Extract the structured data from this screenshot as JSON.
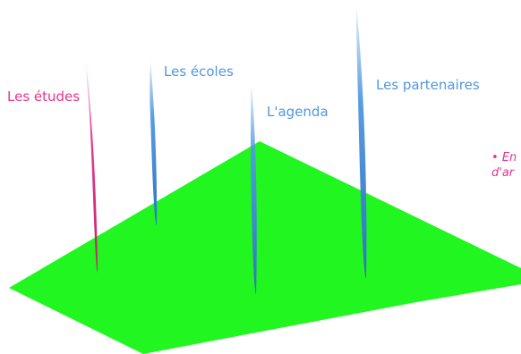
{
  "links": {
    "etudes": "Les études",
    "ecoles": "Les écoles",
    "agenda": "L'agenda",
    "partenaires": "Les partenaires"
  },
  "note": {
    "bullet": "•",
    "line1": "En",
    "line2": "d'ar"
  },
  "colors": {
    "plane": "#21f621",
    "pink": "#e8338a",
    "blue": "#4f97e0",
    "background": "#ffffff"
  },
  "icons": {
    "plane": "green-plane-shape",
    "blade": "spike-blade-shape"
  }
}
